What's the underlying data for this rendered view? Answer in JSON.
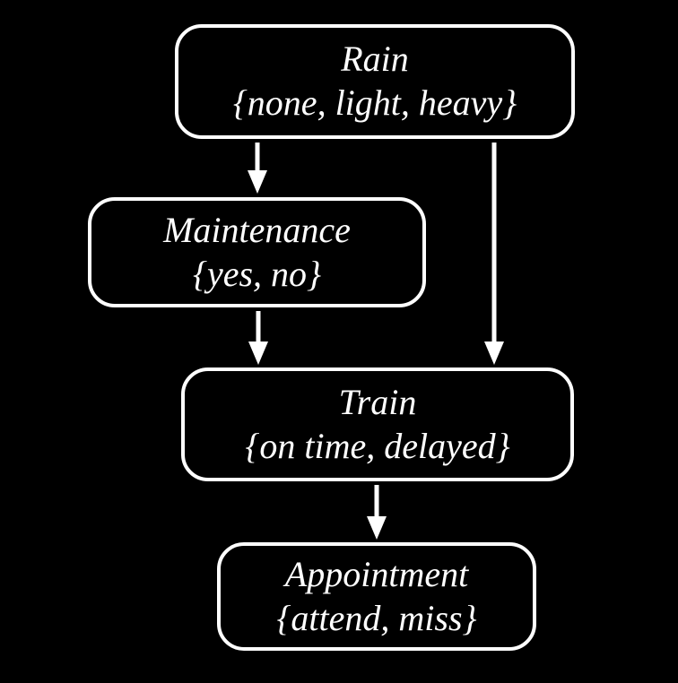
{
  "diagram": {
    "type": "directed-graph",
    "colors": {
      "background": "#000000",
      "node_border": "#ffffff",
      "text": "#ffffff",
      "edge": "#ffffff"
    },
    "nodes": [
      {
        "id": "rain",
        "label": "Rain",
        "values": "{none, light, heavy}"
      },
      {
        "id": "maintenance",
        "label": "Maintenance",
        "values": "{yes, no}"
      },
      {
        "id": "train",
        "label": "Train",
        "values": "{on time, delayed}"
      },
      {
        "id": "appointment",
        "label": "Appointment",
        "values": "{attend, miss}"
      }
    ],
    "edges": [
      {
        "from": "rain",
        "to": "maintenance"
      },
      {
        "from": "rain",
        "to": "train"
      },
      {
        "from": "maintenance",
        "to": "train"
      },
      {
        "from": "train",
        "to": "appointment"
      }
    ]
  }
}
